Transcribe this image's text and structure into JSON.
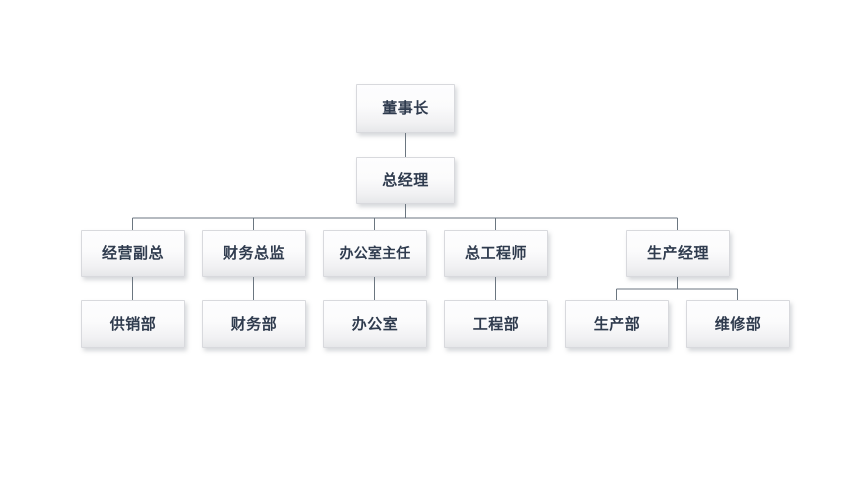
{
  "diagram": {
    "title": "",
    "type": "organizational-chart",
    "background_color": "#ffffff",
    "node_text_color": "#2f3b4e",
    "node_border_color": "#d8d9dd",
    "connector_color": "#6b7680",
    "levels": [
      {
        "level": 1,
        "nodes": [
          {
            "id": "chairman",
            "label": "董事长"
          }
        ]
      },
      {
        "level": 2,
        "nodes": [
          {
            "id": "general-manager",
            "label": "总经理"
          }
        ]
      },
      {
        "level": 3,
        "nodes": [
          {
            "id": "operations-vp",
            "label": "经营副总"
          },
          {
            "id": "finance-director",
            "label": "财务总监"
          },
          {
            "id": "office-director",
            "label": "办公室主任"
          },
          {
            "id": "chief-engineer",
            "label": "总工程师"
          },
          {
            "id": "production-manager",
            "label": "生产经理"
          }
        ]
      },
      {
        "level": 4,
        "nodes": [
          {
            "id": "supply-sales-dept",
            "label": "供销部"
          },
          {
            "id": "finance-dept",
            "label": "财务部"
          },
          {
            "id": "office-dept",
            "label": "办公室"
          },
          {
            "id": "engineering-dept",
            "label": "工程部"
          },
          {
            "id": "production-dept",
            "label": "生产部"
          },
          {
            "id": "maintenance-dept",
            "label": "维修部"
          }
        ]
      }
    ],
    "edges": [
      {
        "from": "chairman",
        "to": "general-manager"
      },
      {
        "from": "general-manager",
        "to": "operations-vp"
      },
      {
        "from": "general-manager",
        "to": "finance-director"
      },
      {
        "from": "general-manager",
        "to": "office-director"
      },
      {
        "from": "general-manager",
        "to": "chief-engineer"
      },
      {
        "from": "general-manager",
        "to": "production-manager"
      },
      {
        "from": "operations-vp",
        "to": "supply-sales-dept"
      },
      {
        "from": "finance-director",
        "to": "finance-dept"
      },
      {
        "from": "office-director",
        "to": "office-dept"
      },
      {
        "from": "chief-engineer",
        "to": "engineering-dept"
      },
      {
        "from": "production-manager",
        "to": "production-dept"
      },
      {
        "from": "production-manager",
        "to": "maintenance-dept"
      }
    ]
  }
}
